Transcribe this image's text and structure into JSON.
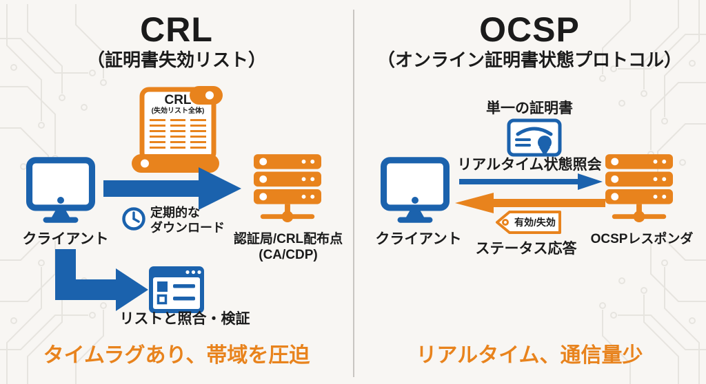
{
  "colors": {
    "background": "#f8f6f3",
    "blue": "#1b62ad",
    "orange": "#e8831d",
    "text": "#1b1b1b",
    "divider": "#c8c5c1"
  },
  "left": {
    "title": "CRL",
    "subtitle": "（証明書失効リスト）",
    "scroll": {
      "title": "CRL",
      "subtitle": "(失効リスト全体)"
    },
    "client_label": "クライアント",
    "download_note_line1": "定期的な",
    "download_note_line2": "ダウンロード",
    "server_label_line1": "認証局/CRL配布点",
    "server_label_line2": "(CA/CDP)",
    "verify_label": "リストと照合・検証",
    "bottom_note": "タイムラグあり、帯域を圧迫"
  },
  "right": {
    "title": "OCSP",
    "subtitle": "（オンライン証明書状態プロトコル）",
    "certificate_label": "単一の証明書",
    "request_label": "リアルタイム状態照会",
    "tag_label": "有効/失効",
    "response_label": "ステータス応答",
    "client_label": "クライアント",
    "server_label": "OCSPレスポンダ",
    "bottom_note": "リアルタイム、通信量少"
  },
  "icons": {
    "client": "monitor-icon",
    "ca_server": "server-rack-icon",
    "clock": "clock-icon",
    "crl_scroll": "scroll-list-icon",
    "verify": "browser-window-icon",
    "certificate": "certificate-icon",
    "status_tag": "price-tag-icon",
    "arrows": "arrow-icons"
  }
}
